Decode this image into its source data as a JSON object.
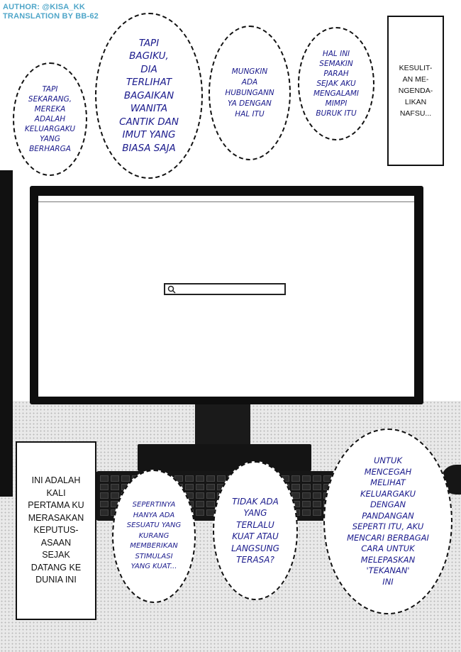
{
  "credits": {
    "author": "AUTHOR: @KISA_KK",
    "translation": "TRANSLATION BY BB-62"
  },
  "bubbles": {
    "tapi_sekarang": "TAPI\nSEKARANG,\nMEREKA\nADALAH\nKELUARGAKU\nYANG\nBERHARGA",
    "tapi_bagiku": "TAPI\nBAGIKU,\nDIA\nTERLIHAT\nBAGAIKAN\nWANITA\nCANTIK DAN\nIMUT YANG\nBIASA SAJA",
    "mungkin": "MUNGKIN\nADA\nHUBUNGANN\nYA DENGAN\nHAL ITU",
    "hal_ini": "HAL INI\nSEMAKIN\nPARAH\nSEJAK AKU\nMENGALAMI\nMIMPI\nBURUK ITU",
    "sepertinya": "SEPERTINYA\nHANYA ADA\nSESUATU YANG\nKURANG\nMEMBERIKAN\nSTIMULASI\nYANG KUAT...",
    "tidak_ada": "TIDAK ADA\nYANG\nTERLALU\nKUAT ATAU\nLANGSUNG\nTERASA?",
    "untuk": "UNTUK\nMENCEGAH\nMELIHAT\nKELUARGAKU\nDENGAN\nPANDANGAN\nSEPERTI ITU, AKU\nMENCARI BERBAGAI\nCARA UNTUK\nMELEPASKAN\n'TEKANAN'\nINI"
  },
  "boxes": {
    "kesulitan": "KESULIT-\nAN ME-\nNGENDA-\nLIKAN\nNAFSU...",
    "ini_adalah": "INI ADALAH\nKALI\nPERTAMA KU\nMERASAKAN\nKEPUTUS-\nASAAN\nSEJAK\nDATANG KE\nDUNIA INI"
  },
  "colors": {
    "credit": "#4fa6c9",
    "bubble_text": "#1a1a8c",
    "box_text": "#111111"
  }
}
